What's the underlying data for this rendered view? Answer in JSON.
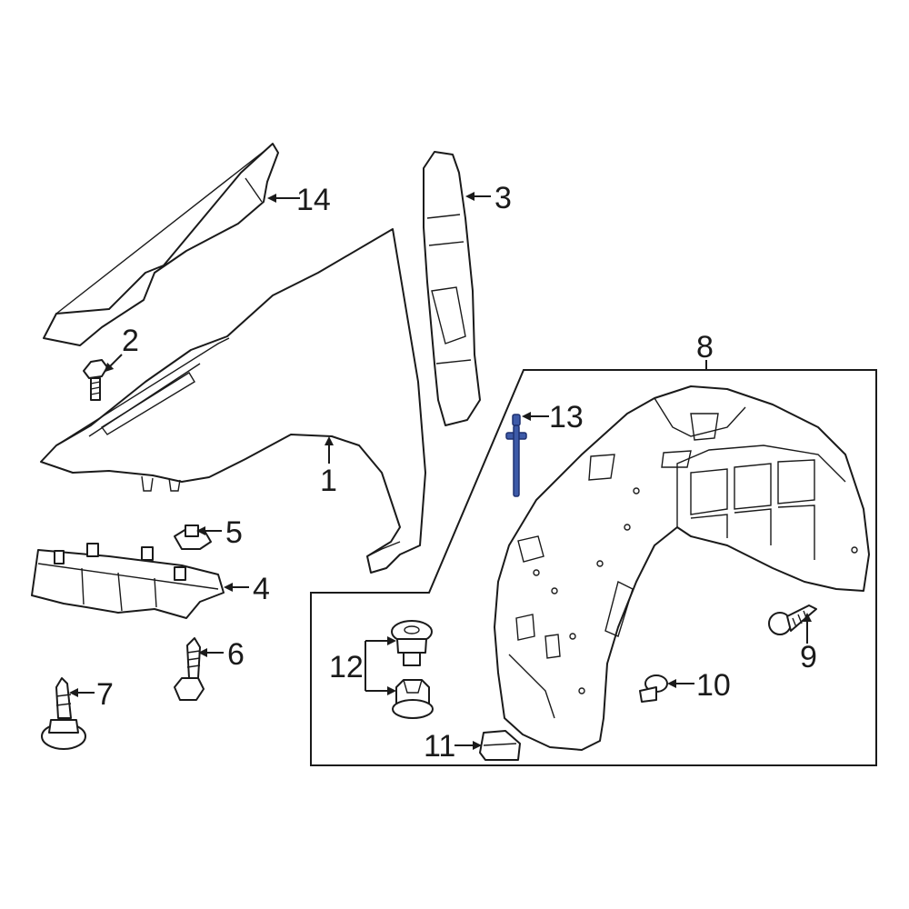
{
  "callouts": {
    "c1": "1",
    "c2": "2",
    "c3": "3",
    "c4": "4",
    "c5": "5",
    "c6": "6",
    "c7": "7",
    "c8": "8",
    "c9": "9",
    "c10": "10",
    "c11": "11",
    "c12": "12",
    "c13": "13",
    "c14": "14"
  },
  "colors": {
    "highlight_part": "#3d5aa8",
    "line": "#1a1a1a",
    "background": "#ffffff"
  },
  "highlighted_part": "13"
}
